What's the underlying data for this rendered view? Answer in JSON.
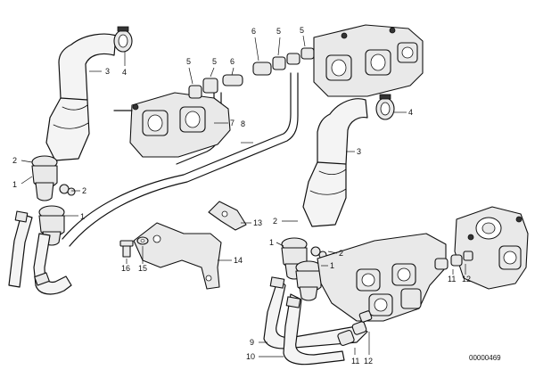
{
  "diagram": {
    "reference_number": "00000469",
    "callouts": {
      "c3a": "3",
      "c4a": "4",
      "c5a": "5",
      "c5b": "5",
      "c5c": "5",
      "c5d": "5",
      "c6a": "6",
      "c6b": "6",
      "c7": "7",
      "c8": "8",
      "c2a": "2",
      "c2b": "2",
      "c1a": "1",
      "c1b": "1",
      "c4b": "4",
      "c3b": "3",
      "c13": "13",
      "c2c": "2",
      "c2d": "2",
      "c1c": "1",
      "c1d": "1",
      "c14": "14",
      "c16a": "16",
      "c15": "15",
      "c11a": "11",
      "c12a": "12",
      "c9": "9",
      "c10": "10",
      "c11b": "11",
      "c12b": "12"
    }
  }
}
